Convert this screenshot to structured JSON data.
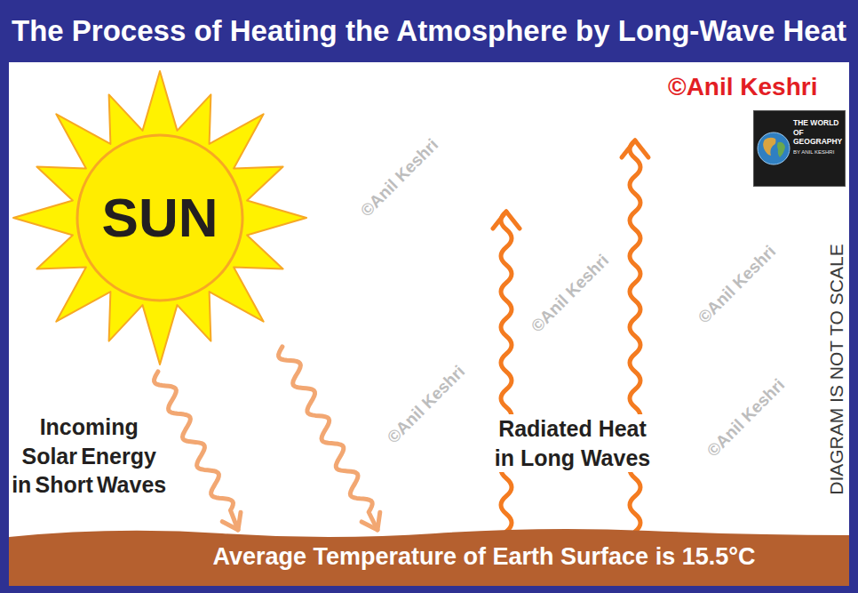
{
  "diagram": {
    "title": "The Process of Heating the Atmosphere by Long-Wave Heat",
    "nodes": [
      {
        "text": [
          "SUN"
        ]
      },
      {
        "text": [
          "THE WORLD OF GEOGRAPHY",
          "BY ANIL KESHRI"
        ]
      },
      {
        "text": [
          "Average Temperature of Earth Surface is 15.5°C"
        ]
      }
    ],
    "edges": [
      {
        "from": 0,
        "to": 2,
        "arrow": "to"
      },
      {
        "from": 0,
        "to": 2,
        "arrow": "to"
      }
    ],
    "labels": [
      "©Anil Keshri",
      "Incoming Solar Energy in Short Waves",
      "Radiated Heat in Long Waves",
      "DIAGRAM IS NOT TO SCALE",
      "©Anil Keshri",
      "©Anil Keshri",
      "©Anil Keshri",
      "©Anil Keshri",
      "©Anil Keshri"
    ]
  }
}
